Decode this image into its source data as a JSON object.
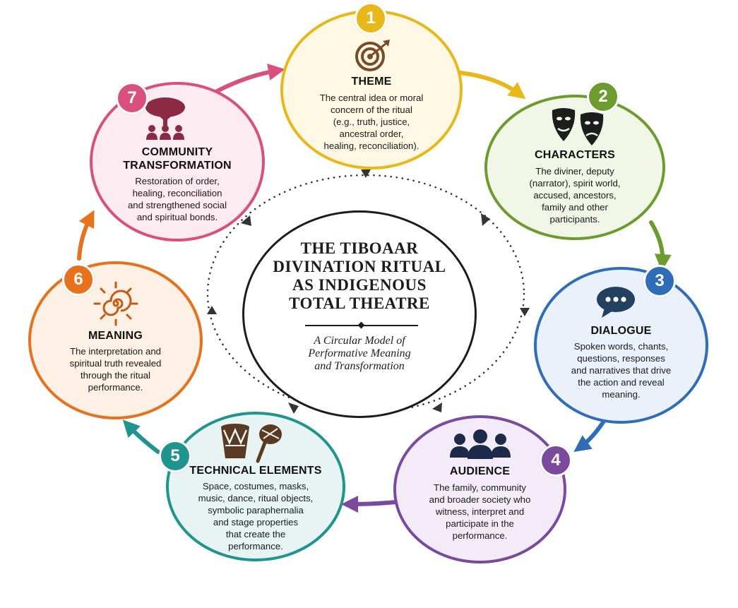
{
  "colors": {
    "theme": "#e8b81a",
    "characters": "#6c9b2f",
    "dialogue": "#2f6db7",
    "audience": "#7a4a9e",
    "technical": "#20958f",
    "meaning": "#e8711e",
    "community": "#d9507e"
  },
  "center": {
    "title_lines": [
      "THE TIBOAAR",
      "DIVINATION RITUAL",
      "AS INDIGENOUS",
      "TOTAL THEATRE"
    ],
    "subtitle_lines": [
      "A Circular Model of",
      "Performative Meaning",
      "and Transformation"
    ]
  },
  "nodes": {
    "theme": {
      "number": "1",
      "icon": "target-icon",
      "title_lines": [
        "THEME"
      ],
      "desc_lines": [
        "The central idea or moral",
        "concern of the ritual",
        "(e.g., truth, justice,",
        "ancestral order,",
        "healing, reconciliation)."
      ]
    },
    "characters": {
      "number": "2",
      "icon": "masks-icon",
      "title_lines": [
        "CHARACTERS"
      ],
      "desc_lines": [
        "The diviner, deputy",
        "(narrator), spirit world,",
        "accused, ancestors,",
        "family and other",
        "participants."
      ]
    },
    "dialogue": {
      "number": "3",
      "icon": "speech-bubble-icon",
      "title_lines": [
        "DIALOGUE"
      ],
      "desc_lines": [
        "Spoken words, chants,",
        "questions, responses",
        "and narratives that drive",
        "the action and reveal",
        "meaning."
      ]
    },
    "audience": {
      "number": "4",
      "icon": "people-group-icon",
      "title_lines": [
        "AUDIENCE"
      ],
      "desc_lines": [
        "The family, community",
        "and broader society who",
        "witness, interpret and",
        "participate in the",
        "performance."
      ]
    },
    "technical": {
      "number": "5",
      "icon": "drum-rattle-icon",
      "title_lines": [
        "TECHNICAL ELEMENTS"
      ],
      "desc_lines": [
        "Space, costumes, masks,",
        "music, dance, ritual objects,",
        "symbolic paraphernalia",
        "and stage properties",
        "that create the",
        "performance."
      ]
    },
    "meaning": {
      "number": "6",
      "icon": "spiral-sun-icon",
      "title_lines": [
        "MEANING"
      ],
      "desc_lines": [
        "The interpretation and",
        "spiritual truth revealed",
        "through the ritual",
        "performance."
      ]
    },
    "community": {
      "number": "7",
      "icon": "tree-community-icon",
      "title_lines": [
        "COMMUNITY",
        "TRANSFORMATION"
      ],
      "desc_lines": [
        "Restoration of order,",
        "healing, reconciliation",
        "and strengthened social",
        "and spiritual bonds."
      ]
    }
  }
}
